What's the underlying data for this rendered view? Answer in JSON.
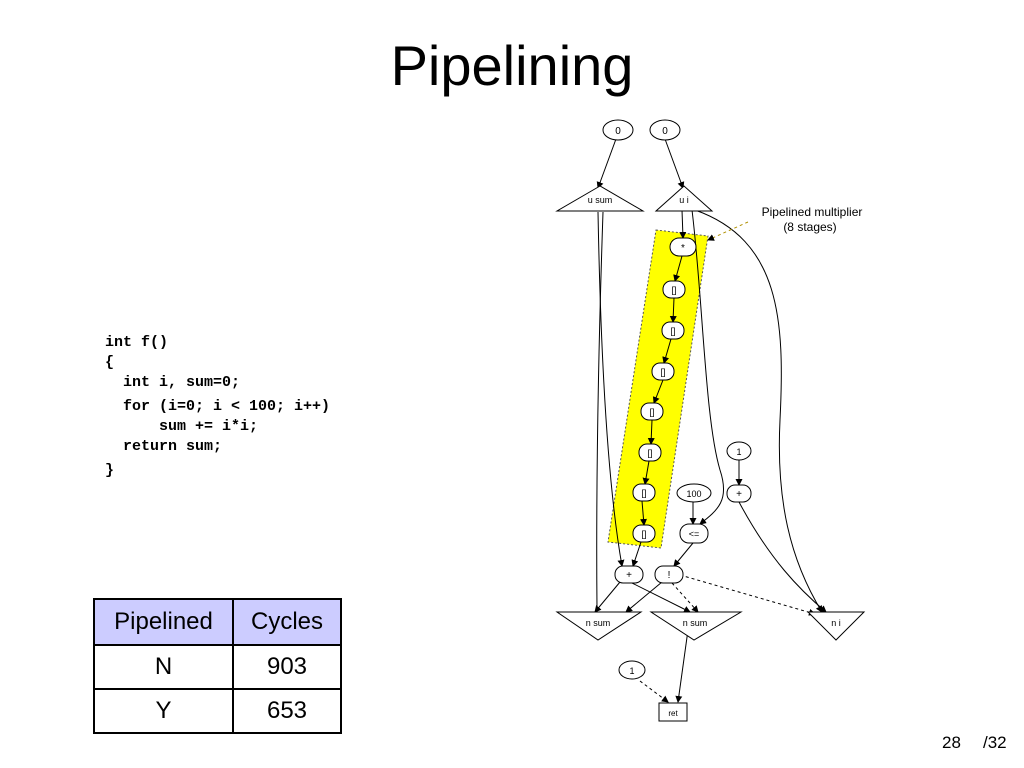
{
  "slide": {
    "title": "Pipelining",
    "page_current": "28",
    "page_total": "/32"
  },
  "code": {
    "lines": [
      "int f()",
      "{",
      "  int i, sum=0;",
      "  for (i=0; i < 100; i++)",
      "      sum += i*i;",
      "  return sum;",
      "}"
    ]
  },
  "table": {
    "headers": [
      "Pipelined",
      "Cycles"
    ],
    "rows": [
      [
        "N",
        "903"
      ],
      [
        "Y",
        "653"
      ]
    ],
    "header_color": "#ccccff"
  },
  "diagram": {
    "highlight_color": "#ffff00",
    "annotation_line1": "Pipelined multiplier",
    "annotation_line2": "(8 stages)",
    "const_top_left": "0",
    "const_top_right": "0",
    "mu_sum": "u sum",
    "mu_i": "u i",
    "mult_op": "*",
    "stage_label": "[]",
    "const_one": "1",
    "const_hundred": "100",
    "plus_right": "+",
    "lte_op": "<=",
    "plus_left": "+",
    "not_op": "!",
    "eta_nsum_left": "n sum",
    "eta_nsum_right": "n sum",
    "eta_ni": "n i",
    "const_one_bottom": "1",
    "ret_label": "ret"
  }
}
